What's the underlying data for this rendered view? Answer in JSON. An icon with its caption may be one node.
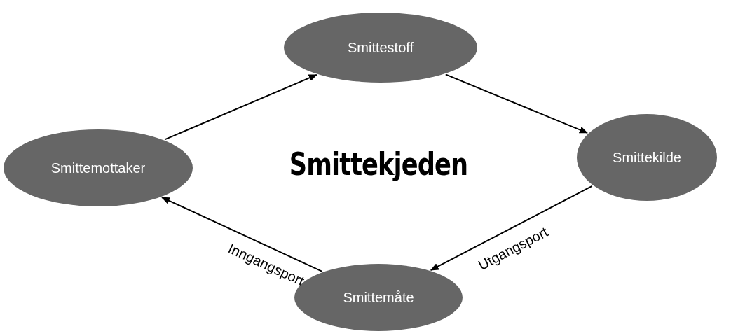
{
  "diagram": {
    "title": "Smittekjeden",
    "nodes": [
      {
        "text": [
          "Smittestoff"
        ]
      },
      {
        "text": [
          "Smittekilde"
        ]
      },
      {
        "text": [
          "Smittemåte"
        ]
      },
      {
        "text": [
          "Smittemottaker"
        ]
      }
    ],
    "edges": [
      {
        "from": 3,
        "to": 0,
        "arrow": "to"
      },
      {
        "from": 0,
        "to": 1,
        "arrow": "to"
      },
      {
        "from": 1,
        "to": 2,
        "arrow": "to",
        "label": "Utgangsport"
      },
      {
        "from": 2,
        "to": 3,
        "arrow": "to",
        "label": "Inngangsport"
      }
    ]
  }
}
